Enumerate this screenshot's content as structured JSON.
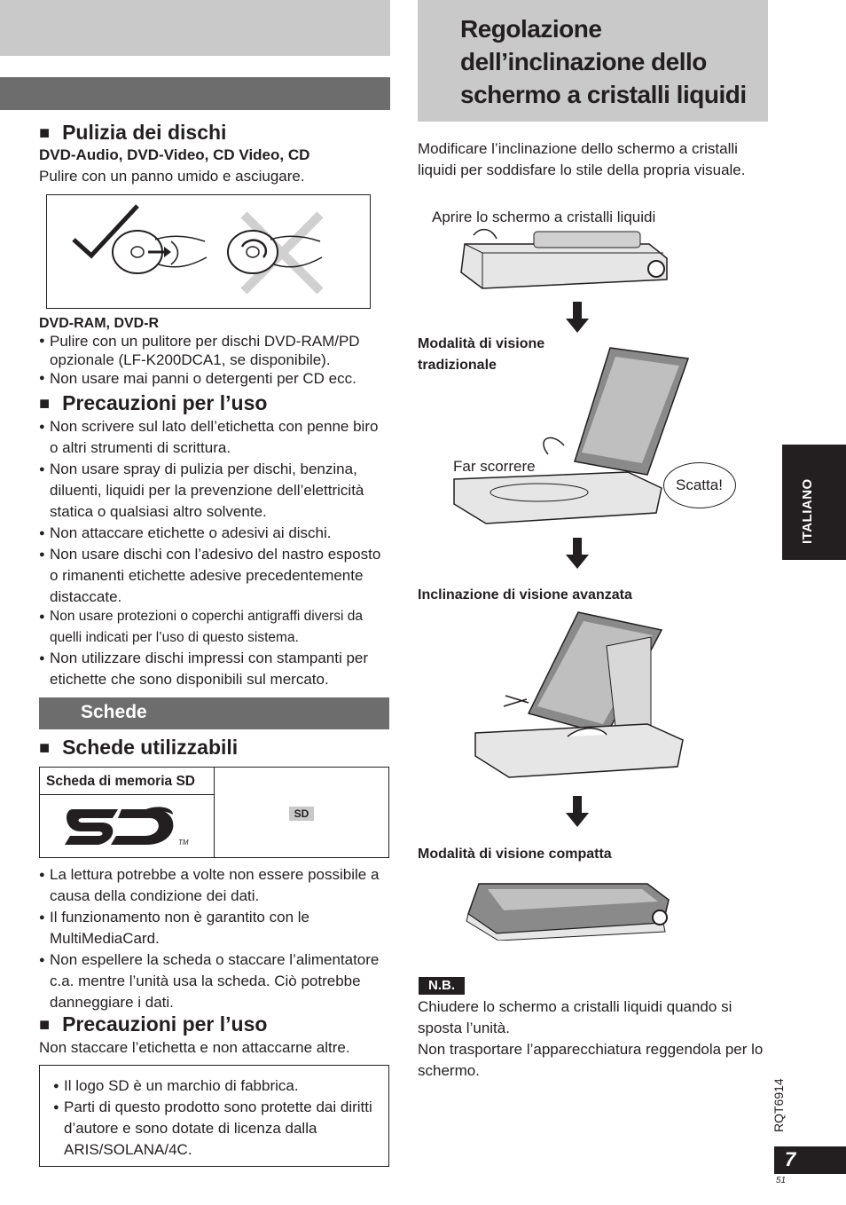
{
  "left": {
    "cleaning": {
      "heading": "Pulizia dei dischi",
      "types1": "DVD-Audio, DVD-Video, CD Video, CD",
      "text1": "Pulire con un panno umido e asciugare.",
      "types2": "DVD-RAM, DVD-R",
      "bullets": [
        "Pulire con un pulitore per dischi DVD-RAM/PD opzionale (LF-K200DCA1, se disponibile).",
        "Non usare mai panni o detergenti per CD ecc."
      ]
    },
    "precautions": {
      "heading": "Precauzioni per l’uso",
      "bullets": [
        "Non scrivere sul lato dell’etichetta con penne biro o altri strumenti di scrittura.",
        "Non usare spray di pulizia per dischi, benzina, diluenti, liquidi per la prevenzione dell’elettricità statica o qualsiasi altro solvente.",
        "Non attaccare etichette o adesivi ai dischi.",
        "Non usare dischi con l’adesivo del nastro esposto o rimanenti etichette adesive precedentemente distaccate."
      ],
      "small_bullet": "Non usare protezioni o coperchi antigraffi diversi da quelli indicati per l’uso di questo sistema.",
      "last_bullet": "Non utilizzare dischi impressi con stampanti per etichette che sono disponibili sul mercato."
    },
    "cards": {
      "section_title": "Schede",
      "heading": "Schede utilizzabili",
      "table_label": "Scheda di memoria SD",
      "logo_tm": "TM",
      "sd_badge": "SD",
      "bullets": [
        "La lettura potrebbe a volte non essere possibile a causa della condizione dei dati.",
        "Il funzionamento non è garantito con le MultiMediaCard.",
        "Non espellere la scheda o staccare l’alimentatore c.a. mentre l’unità usa la scheda. Ciò potrebbe danneggiare i dati."
      ],
      "precaution_heading": "Precauzioni per l’uso",
      "precaution_text": "Non staccare l’etichetta e non attaccarne altre.",
      "box_bullets": [
        "Il logo SD è un marchio di fabbrica.",
        "Parti di questo prodotto sono protette dai diritti d’autore e sono dotate di licenza dalla ARIS/SOLANA/4C."
      ]
    }
  },
  "right": {
    "title": "Regolazione dell’inclinazione dello schermo a cristalli liquidi",
    "intro": "Modificare l’inclinazione dello schermo a cristalli liquidi per soddisfare lo stile della propria visuale.",
    "step_open": "Aprire lo schermo a cristalli liquidi",
    "mode_traditional": "Modalità di visione tradizionale",
    "far_scorrere": "Far scorrere",
    "scatta": "Scatta!",
    "mode_advanced": "Inclinazione di visione avanzata",
    "mode_compact": "Modalità di visione compatta",
    "note_badge": "N.B.",
    "note_lines": [
      "Chiudere lo schermo a cristalli liquidi quando si sposta l’unità.",
      "Non trasportare l’apparecchiatura reggendola per lo schermo."
    ]
  },
  "side_tab": "ITALIANO",
  "doc_code": "RQT6914",
  "page_number": "7",
  "page_sub": "51"
}
